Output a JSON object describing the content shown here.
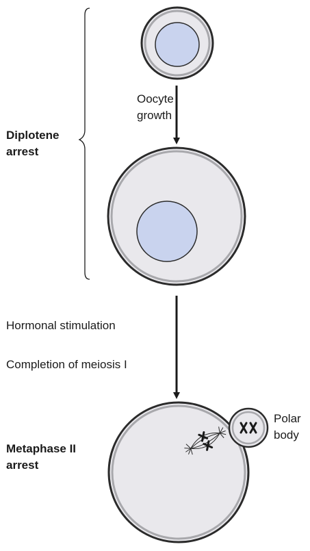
{
  "labels": {
    "oocyte_growth_line1": "Oocyte",
    "oocyte_growth_line2": "growth",
    "diplotene_line1": "Diplotene",
    "diplotene_line2": "arrest",
    "hormonal": "Hormonal stimulation",
    "completion": "Completion of meiosis I",
    "metaphase_line1": "Metaphase II",
    "metaphase_line2": "arrest",
    "polar_line1": "Polar",
    "polar_line2": "body"
  },
  "colors": {
    "cytoplasm": "#e9e8ec",
    "nucleus": "#c9d3ee",
    "membrane_outer": "#2b2b2b",
    "membrane_inner": "#a8a8ac",
    "line": "#1a1a1a"
  }
}
